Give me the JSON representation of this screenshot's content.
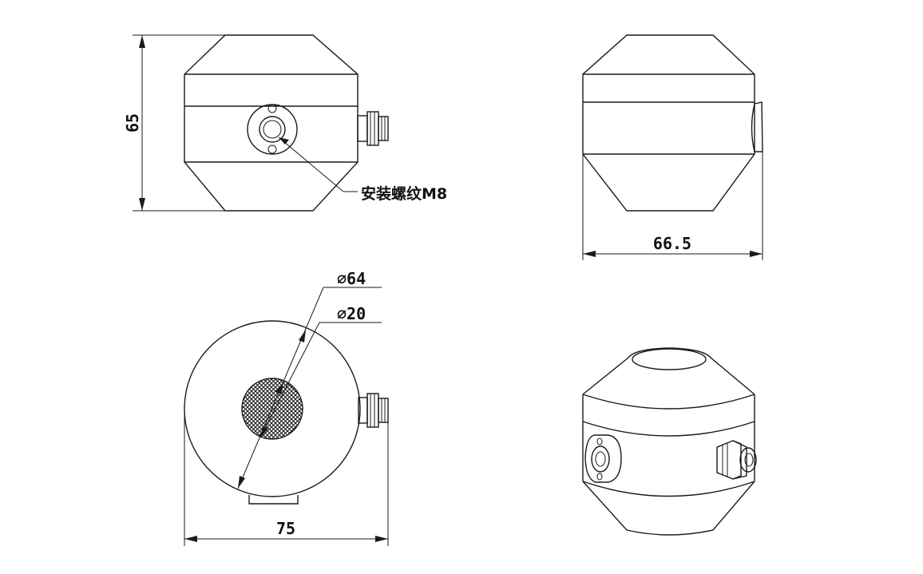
{
  "labels": {
    "height": "65",
    "mount_thread": "安装螺纹M8",
    "width_side": "66.5",
    "diameter_outer": "∅64",
    "diameter_inner": "∅20",
    "width_top": "75"
  },
  "colors": {
    "line": "#1a1a1a",
    "background": "#ffffff"
  }
}
